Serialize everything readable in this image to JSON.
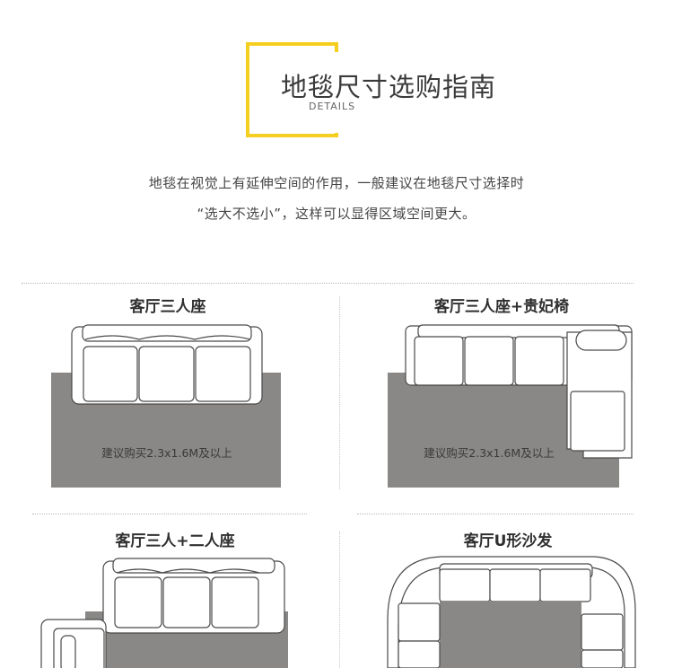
{
  "header": {
    "title": "地毯尺寸选购指南",
    "subtitle": "DETAILS"
  },
  "description": {
    "line1": "地毯在视觉上有延伸空间的作用，一般建议在地毯尺寸选择时",
    "line2": "“选大不选小”，这样可以显得区域空间更大。"
  },
  "panels": [
    {
      "label": "客厅三人座",
      "recommendation": "建议购买2.3x1.6M及以上"
    },
    {
      "label": "客厅三人座+贵妃椅",
      "recommendation": "建议购买2.3x1.6M及以上"
    },
    {
      "label": "客厅三人+二人座"
    },
    {
      "label": "客厅U形沙发"
    }
  ],
  "colors": {
    "accent": "#f5cf1f",
    "rug": "#8a8886",
    "sofa_stroke": "#4a4a4a"
  }
}
